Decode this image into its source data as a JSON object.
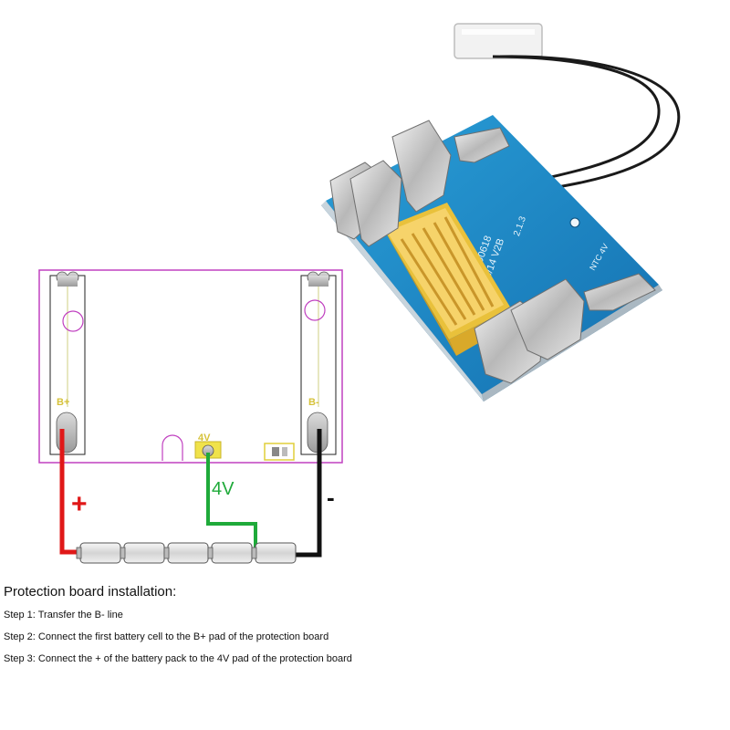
{
  "schematic": {
    "pad_b_plus": "B+",
    "pad_b_minus": "B-",
    "pad_4v": "4V",
    "wire_plus_label": "+",
    "wire_4v_label": "4V",
    "wire_minus_label": "-",
    "colors": {
      "b_plus_wire": "#e01818",
      "v4_wire": "#1faa3a",
      "b_minus_wire": "#111111",
      "board_outline": "#c040c0"
    }
  },
  "product_board": {
    "silkscreen_model": "BL18/14 V2B",
    "silkscreen_date": "20190618",
    "silkscreen_ntc": "NTC  4V",
    "silkscreen_rev": "2.1.3"
  },
  "instructions": {
    "heading": "Protection board installation:",
    "step1": "Step 1: Transfer the B- line",
    "step2": "Step 2: Connect the first battery cell to the B+ pad of the protection board",
    "step3": "Step 3: Connect the + of the battery pack to the 4V pad of the protection board"
  }
}
